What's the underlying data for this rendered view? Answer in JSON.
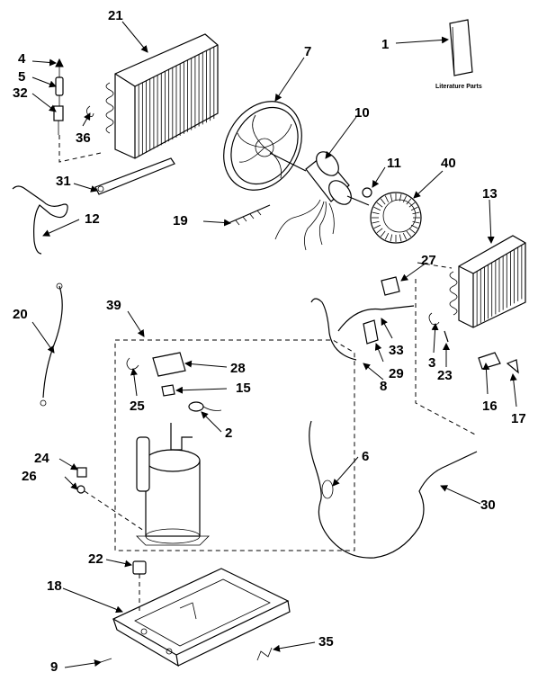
{
  "literature_parts_text": "Literature Parts",
  "callouts": [
    "1",
    "2",
    "3",
    "4",
    "5",
    "6",
    "7",
    "8",
    "9",
    "10",
    "11",
    "12",
    "13",
    "15",
    "16",
    "17",
    "18",
    "19",
    "20",
    "21",
    "22",
    "23",
    "24",
    "25",
    "26",
    "27",
    "28",
    "29",
    "30",
    "31",
    "32",
    "33",
    "35",
    "36",
    "39",
    "40"
  ]
}
